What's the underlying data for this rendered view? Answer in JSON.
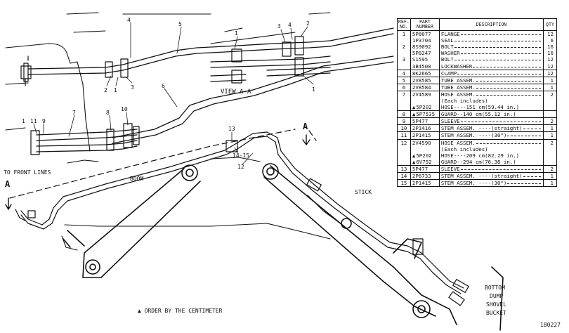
{
  "diagram": {
    "labels": {
      "view_a_a": "VIEW A-A",
      "to_front_lines": "TO FRONT LINES",
      "boom": "BOOM",
      "stick": "STICK",
      "section_mark": "A",
      "bucket_line1": "BOTTOM",
      "bucket_line2": "DUMP",
      "bucket_line3": "SHOVEL",
      "bucket_line4": "BUCKET"
    },
    "callouts": [
      "1",
      "2",
      "3",
      "4",
      "5",
      "6",
      "7",
      "8",
      "9",
      "10",
      "11",
      "12",
      "13",
      "14-15"
    ]
  },
  "parts_table": {
    "headers": {
      "ref": "REF. NO.",
      "part": "PART NUMBER",
      "desc": "DESCRIPTION",
      "qty": "QTY"
    },
    "rows": [
      {
        "ref": "1",
        "part": "5P8077",
        "desc": "FLANGE",
        "qty": "12",
        "mark": "",
        "group": true
      },
      {
        "ref": "",
        "part": "1P3704",
        "desc": "SEAL",
        "qty": "6",
        "mark": "",
        "group": false
      },
      {
        "ref": "2",
        "part": "8S9092",
        "desc": "BOLT",
        "qty": "16",
        "mark": "",
        "group": false
      },
      {
        "ref": "",
        "part": "5P8247",
        "desc": "WASHER",
        "qty": "16",
        "mark": "",
        "group": false
      },
      {
        "ref": "3",
        "part": "S1595",
        "desc": "BOLT",
        "qty": "12",
        "mark": "",
        "group": false
      },
      {
        "ref": "",
        "part": "3B4508",
        "desc": "LOCKWASHER",
        "qty": "12",
        "mark": "",
        "group": false
      },
      {
        "ref": "4",
        "part": "8K2665",
        "desc": "CLAMP",
        "qty": "12",
        "mark": "",
        "group": true
      },
      {
        "ref": "5",
        "part": "2V8585",
        "desc": "TUBE ASSEM.",
        "qty": "1",
        "mark": "",
        "group": true
      },
      {
        "ref": "6",
        "part": "2V8584",
        "desc": "TUBE ASSEM.",
        "qty": "1",
        "mark": "",
        "group": true
      },
      {
        "ref": "7",
        "part": "2V4589",
        "desc": "HOSE ASSEM.",
        "qty": "2",
        "mark": "",
        "group": true
      },
      {
        "ref": "",
        "part": "",
        "desc": "(Each includes)",
        "qty": "",
        "mark": "",
        "group": false
      },
      {
        "ref": "",
        "part": "5P202",
        "desc": "HOSE----151 cm(59.44 in.)",
        "qty": "",
        "mark": "▲",
        "group": false
      },
      {
        "ref": "8",
        "part": "5P7535",
        "desc": "GUARD--140 cm(55.12 in.)",
        "qty": "",
        "mark": "▲",
        "group": true
      },
      {
        "ref": "9",
        "part": "5P477",
        "desc": "SLEEVE",
        "qty": "2",
        "mark": "",
        "group": true
      },
      {
        "ref": "10",
        "part": "2P1416",
        "desc": "STEM ASSEM. ----(straight)",
        "qty": "1",
        "mark": "",
        "group": true
      },
      {
        "ref": "11",
        "part": "2P1415",
        "desc": "STEM ASSEM. ----(30°)",
        "qty": "1",
        "mark": "",
        "group": true
      },
      {
        "ref": "12",
        "part": "2V4590",
        "desc": "HOSE ASSEM.",
        "qty": "2",
        "mark": "",
        "group": true
      },
      {
        "ref": "",
        "part": "",
        "desc": "(Each includes)",
        "qty": "",
        "mark": "",
        "group": false
      },
      {
        "ref": "",
        "part": "5P202",
        "desc": "HOSE----209 cm(82.29 in.)",
        "qty": "",
        "mark": "▲",
        "group": false
      },
      {
        "ref": "",
        "part": "6V752",
        "desc": "GUARD--294 cm(76.38 in.)",
        "qty": "",
        "mark": "▲",
        "group": false
      },
      {
        "ref": "13",
        "part": "5P477",
        "desc": "SLEEVE",
        "qty": "2",
        "mark": "",
        "group": true
      },
      {
        "ref": "14",
        "part": "2P6733",
        "desc": "STEM ASSEM. ----(straight)",
        "qty": "1",
        "mark": "",
        "group": true
      },
      {
        "ref": "15",
        "part": "2P1415",
        "desc": "STEM ASSEM. ----(30°)",
        "qty": "1",
        "mark": "",
        "group": true
      }
    ]
  },
  "footnote": "▲ ORDER BY THE CENTIMETER",
  "drawing_number": "180227"
}
